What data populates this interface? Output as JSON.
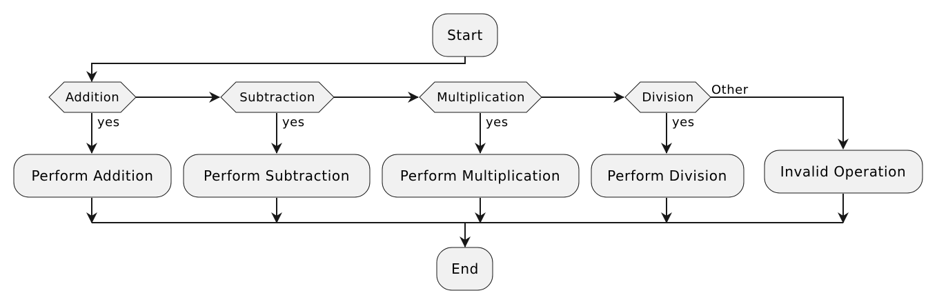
{
  "diagram": {
    "start": "Start",
    "end": "End",
    "decisions": [
      {
        "id": "addition",
        "label": "Addition",
        "branch_label": "yes",
        "action": "Perform Addition"
      },
      {
        "id": "subtraction",
        "label": "Subtraction",
        "branch_label": "yes",
        "action": "Perform Subtraction"
      },
      {
        "id": "multiplication",
        "label": "Multiplication",
        "branch_label": "yes",
        "action": "Perform Multiplication"
      },
      {
        "id": "division",
        "label": "Division",
        "branch_label": "yes",
        "action": "Perform Division"
      }
    ],
    "else_label": "Other",
    "else_action": "Invalid Operation"
  }
}
